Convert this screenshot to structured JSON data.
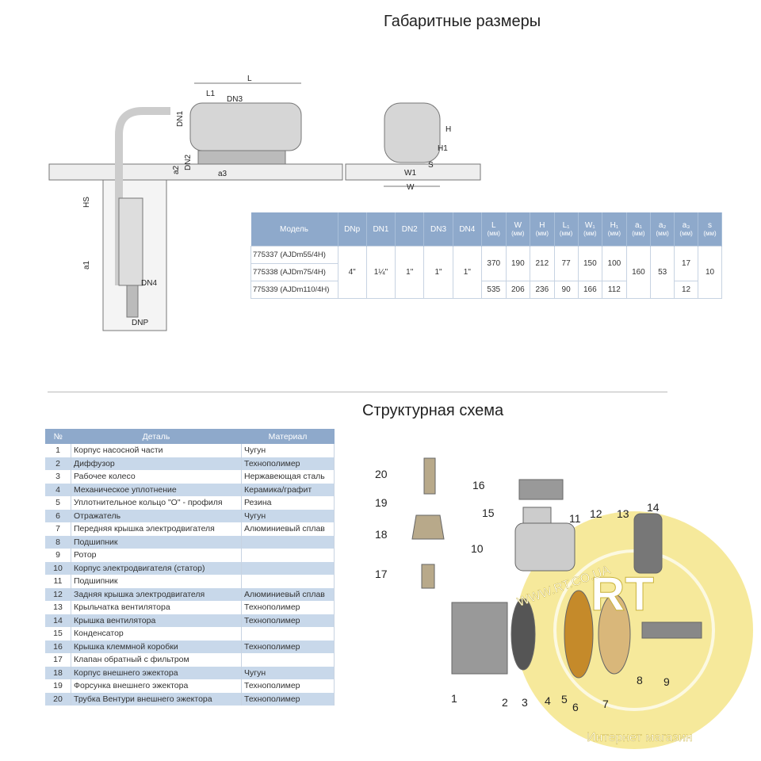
{
  "titles": {
    "dimensions": "Габаритные размеры",
    "structure": "Структурная схема"
  },
  "drawing_labels": {
    "L": "L",
    "L1": "L1",
    "DN3": "DN3",
    "DN1": "DN1",
    "DN2": "DN2",
    "a2": "a2",
    "a3": "a3",
    "HS": "HS",
    "a1": "a1",
    "DN4": "DN4",
    "DNP": "DNP",
    "H": "H",
    "H1": "H1",
    "S": "S",
    "W1": "W1",
    "W": "W"
  },
  "dim_table": {
    "headers": [
      {
        "t": "Модель"
      },
      {
        "t": "DNp"
      },
      {
        "t": "DN1"
      },
      {
        "t": "DN2"
      },
      {
        "t": "DN3"
      },
      {
        "t": "DN4"
      },
      {
        "t": "L",
        "u": "(мм)"
      },
      {
        "t": "W",
        "u": "(мм)"
      },
      {
        "t": "H",
        "u": "(мм)"
      },
      {
        "t": "L₁",
        "u": "(мм)"
      },
      {
        "t": "W₁",
        "u": "(мм)"
      },
      {
        "t": "H₁",
        "u": "(мм)"
      },
      {
        "t": "a₁",
        "u": "(мм)"
      },
      {
        "t": "a₂",
        "u": "(мм)"
      },
      {
        "t": "a₃",
        "u": "(мм)"
      },
      {
        "t": "s",
        "u": "(мм)"
      }
    ],
    "models": [
      "775337 (AJDm55/4H)",
      "775338 (AJDm75/4H)",
      "775339 (AJDm110/4H)"
    ],
    "shared": {
      "DNp": "4\"",
      "DN1": "1¼\"",
      "DN2": "1\"",
      "DN3": "1\"",
      "DN4": "1\"",
      "a1": "160",
      "a2": "53",
      "s": "10"
    },
    "group1": {
      "L": "370",
      "W": "190",
      "H": "212",
      "L1": "77",
      "W1": "150",
      "H1": "100",
      "a3": "17"
    },
    "group2": {
      "L": "535",
      "W": "206",
      "H": "236",
      "L1": "90",
      "W1": "166",
      "H1": "112",
      "a3": "12"
    }
  },
  "parts_table": {
    "headers": [
      "№",
      "Деталь",
      "Материал"
    ],
    "rows": [
      [
        "1",
        "Корпус насосной части",
        "Чугун"
      ],
      [
        "2",
        "Диффузор",
        "Технополимер"
      ],
      [
        "3",
        "Рабочее колесо",
        "Нержавеющая сталь"
      ],
      [
        "4",
        "Механическое уплотнение",
        "Керамика/графит"
      ],
      [
        "5",
        "Уплотнительное кольцо \"О\" - профиля",
        "Резина"
      ],
      [
        "6",
        "Отражатель",
        "Чугун"
      ],
      [
        "7",
        "Передняя крышка электродвигателя",
        "Алюминиевый сплав"
      ],
      [
        "8",
        "Подшипник",
        ""
      ],
      [
        "9",
        "Ротор",
        ""
      ],
      [
        "10",
        "Корпус электродвигателя (статор)",
        ""
      ],
      [
        "11",
        "Подшипник",
        ""
      ],
      [
        "12",
        "Задняя крышка электродвигателя",
        "Алюминиевый сплав"
      ],
      [
        "13",
        "Крыльчатка вентилятора",
        "Технополимер"
      ],
      [
        "14",
        "Крышка вентилятора",
        "Технополимер"
      ],
      [
        "15",
        "Конденсатор",
        ""
      ],
      [
        "16",
        "Крышка клеммной коробки",
        "Технополимер"
      ],
      [
        "17",
        "Клапан обратный с фильтром",
        ""
      ],
      [
        "18",
        "Корпус внешнего эжектора",
        "Чугун"
      ],
      [
        "19",
        "Форсунка внешнего эжектора",
        "Технополимер"
      ],
      [
        "20",
        "Трубка Вентури внешнего эжектора",
        "Технополимер"
      ]
    ]
  },
  "part_numbers": [
    "1",
    "2",
    "3",
    "4",
    "5",
    "6",
    "7",
    "8",
    "9",
    "10",
    "11",
    "12",
    "13",
    "14",
    "15",
    "16",
    "17",
    "18",
    "19",
    "20"
  ],
  "watermark": {
    "text_top": "WWW.RT.CO.UA",
    "text_bottom": "Интернет магазин",
    "logo": "RT"
  },
  "colors": {
    "header": "#8ea9cb",
    "row_alt": "#c8d8ea",
    "watermark": "#f3e27a"
  }
}
